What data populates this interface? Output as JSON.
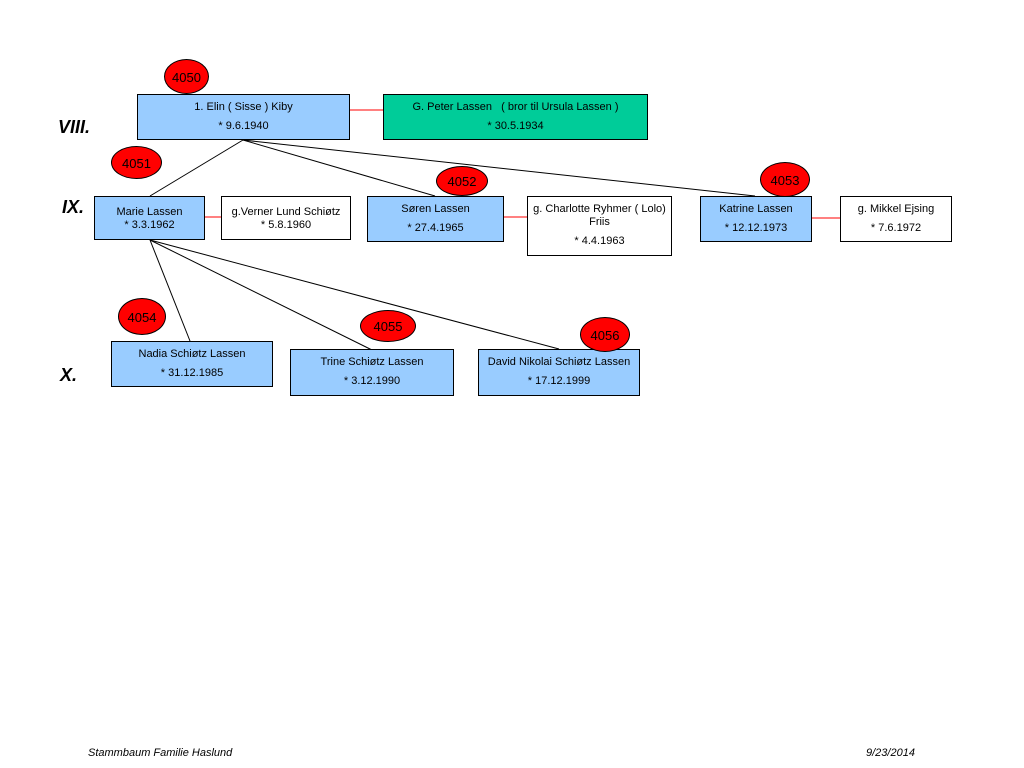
{
  "generations": [
    "VIII.",
    "IX.",
    "X."
  ],
  "persons": {
    "elin": {
      "name": "1. Elin ( Sisse ) Kiby",
      "date": "* 9.6.1940",
      "badge": "4050"
    },
    "peter": {
      "name": "G. Peter Lassen   ( bror til Ursula Lassen )",
      "date": "* 30.5.1934"
    },
    "marie": {
      "name": "Marie Lassen",
      "date": "* 3.3.1962",
      "badge": "4051"
    },
    "verner": {
      "name": "g.Verner Lund Schiøtz",
      "date": "* 5.8.1960"
    },
    "soren": {
      "name": "Søren Lassen",
      "date": "* 27.4.1965",
      "badge": "4052"
    },
    "charlotte": {
      "name": "g. Charlotte Ryhmer ( Lolo) Friis",
      "date": "* 4.4.1963"
    },
    "katrine": {
      "name": "Katrine Lassen",
      "date": "* 12.12.1973",
      "badge": "4053"
    },
    "mikkel": {
      "name": "g. Mikkel Ejsing",
      "date": "* 7.6.1972"
    },
    "nadia": {
      "name": "Nadia Schiøtz Lassen",
      "date": "* 31.12.1985",
      "badge": "4054"
    },
    "trine": {
      "name": "Trine Schiøtz Lassen",
      "date": "* 3.12.1990",
      "badge": "4055"
    },
    "david": {
      "name": "David Nikolai Schiøtz Lassen",
      "date": "* 17.12.1999",
      "badge": "4056"
    }
  },
  "colors": {
    "person": "#99ccff",
    "spouse_green": "#00cc99",
    "badge": "#ff0000",
    "marriage_line": "#ff0000"
  },
  "footer": {
    "left": "Stammbaum Familie Haslund",
    "right": "9/23/2014"
  }
}
